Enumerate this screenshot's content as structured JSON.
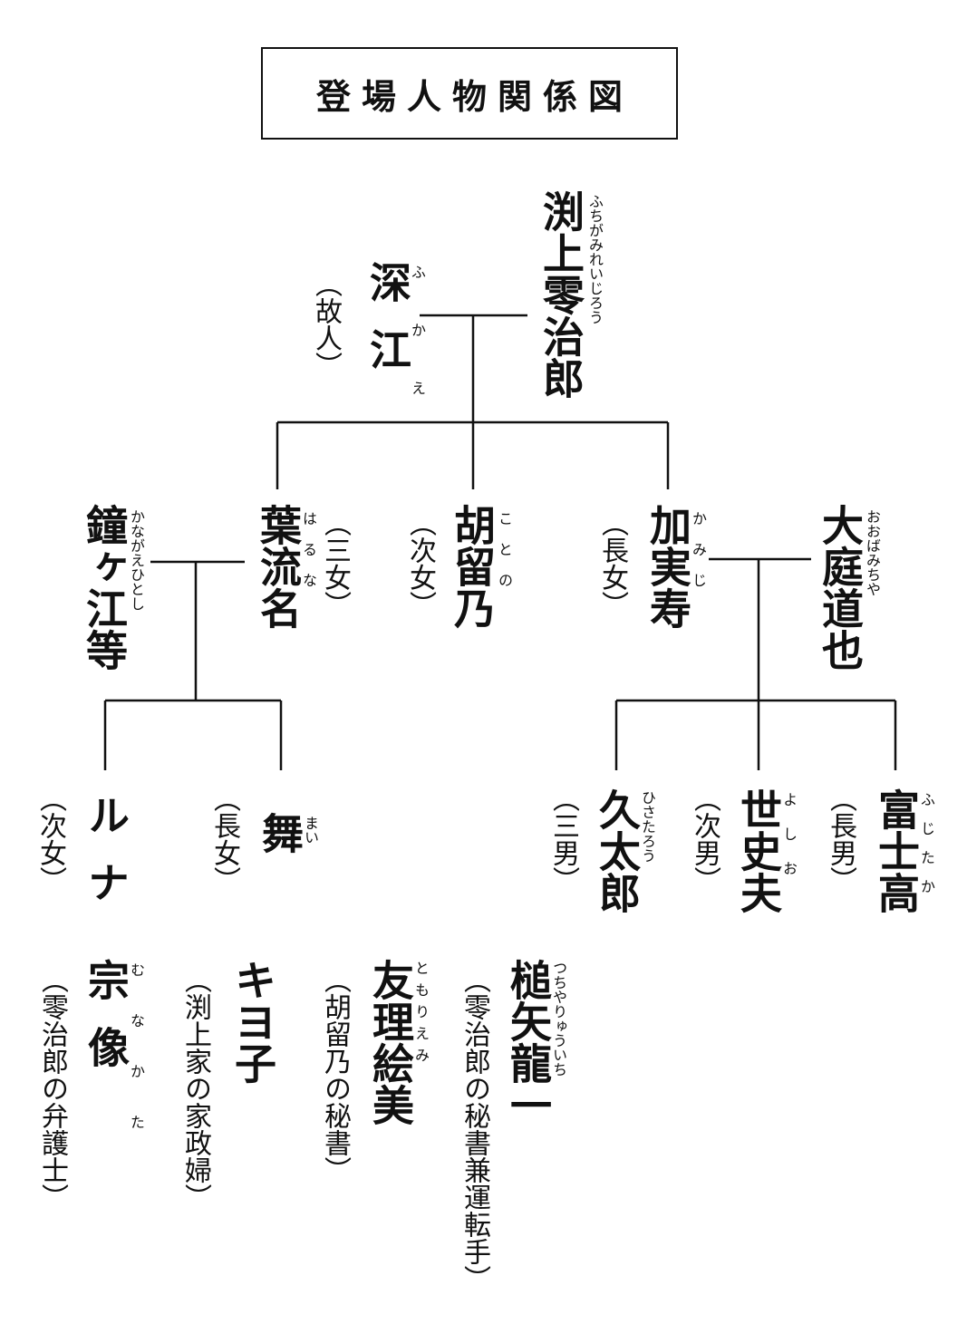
{
  "title": "登場人物関係図",
  "people": [
    {
      "id": "reijiro",
      "name": "渕上零治郎",
      "ruby": "ふちがみれいじろう",
      "relation": ""
    },
    {
      "id": "fukae",
      "name": "深江",
      "ruby": "ふかえ",
      "relation": "（故人）"
    },
    {
      "id": "haruna",
      "name": "葉流名",
      "ruby": "はるな",
      "relation": "（三女）"
    },
    {
      "id": "kotono",
      "name": "胡留乃",
      "ruby": "ことの",
      "relation": "（次女）"
    },
    {
      "id": "kamiju",
      "name": "加実寿",
      "ruby": "かみじ",
      "relation": "（長女）"
    },
    {
      "id": "michiya",
      "name": "大庭道也",
      "ruby": "おおばみちや",
      "relation": ""
    },
    {
      "id": "ebito",
      "name": "鐘ヶ江等",
      "ruby": "かながえひとし",
      "relation": ""
    },
    {
      "id": "mai",
      "name": "舞",
      "ruby": "まい",
      "relation": "（長女）"
    },
    {
      "id": "runa",
      "name": "ルナ",
      "ruby": "",
      "relation": "（次女）"
    },
    {
      "id": "hisataro",
      "name": "久太郎",
      "ruby": "ひさたろう",
      "relation": "（三男）"
    },
    {
      "id": "yoshio",
      "name": "世史夫",
      "ruby": "よしお",
      "relation": "（次男）"
    },
    {
      "id": "fujitaka",
      "name": "富士高",
      "ruby": "ふじたか",
      "relation": "（長男）"
    },
    {
      "id": "tsuchiya",
      "name": "槌矢龍一",
      "ruby": "つちやりゅういち",
      "relation": "（零治郎の秘書兼運転手）"
    },
    {
      "id": "tomorie",
      "name": "友理絵美",
      "ruby": "ともりえみ",
      "relation": "（胡留乃の秘書）"
    },
    {
      "id": "kiyoko",
      "name": "キヨ子",
      "ruby": "",
      "relation": "（渕上家の家政婦）"
    },
    {
      "id": "munakata",
      "name": "宗像",
      "ruby": "むなかた",
      "relation": "（零治郎の弁護士）"
    }
  ]
}
